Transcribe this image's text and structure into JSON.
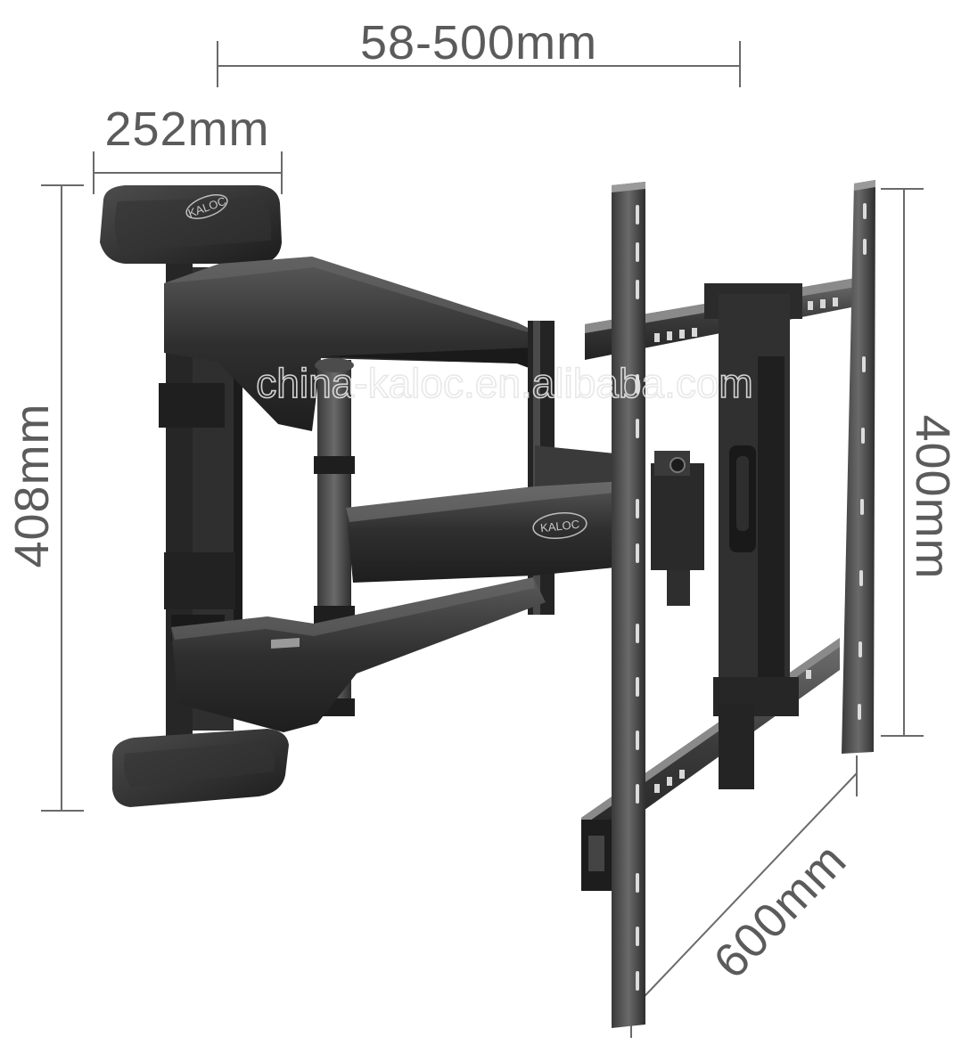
{
  "image": {
    "subject": "Full-motion TV wall mount bracket with dimension annotations",
    "colors": {
      "metal_dark": "#2b2b2b",
      "metal_mid": "#3c3c3c",
      "metal_light": "#585858",
      "dimension_text": "#5b5b5b",
      "background": "#ffffff"
    }
  },
  "dimensions": {
    "extension": "58-500mm",
    "wall_plate_width": "252mm",
    "wall_plate_height": "408mm",
    "vesa_vertical": "400mm",
    "vesa_horizontal": "600mm"
  },
  "branding": {
    "watermark": "china-kaloc.en.alibaba.com",
    "logo_top": "KALOC",
    "logo_arm": "KALOC"
  }
}
